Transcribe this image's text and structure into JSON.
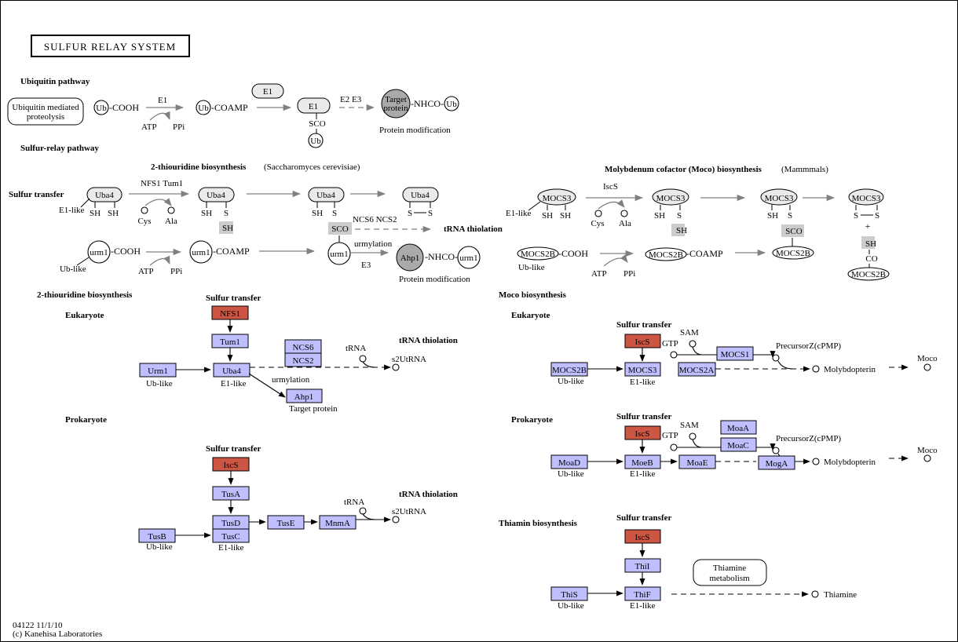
{
  "title": "SULFUR RELAY SYSTEM",
  "footer": {
    "map_id": "04122 11/1/10",
    "copyright": "(c) Kanehisa Laboratories"
  },
  "colors": {
    "gene_blue": "#bfbfff",
    "gene_red": "#cc5544",
    "compound_gray": "#aaaaaa",
    "arrow_gray": "#808080"
  },
  "top": {
    "ubiquitin_pathway": "Ubiquitin pathway",
    "ub_proteolysis_1": "Ubiquitin mediated",
    "ub_proteolysis_2": "proteolysis",
    "ub": "Ub",
    "cooh": "-COOH",
    "coamp": "-COAMP",
    "e1": "E1",
    "atp": "ATP",
    "ppi": "PPi",
    "sco": "SCO",
    "e2e3": "E2 E3",
    "target_1": "Target",
    "target_2": "protein",
    "nhco": "-NHCO-",
    "protein_mod": "Protein modification",
    "sulfur_relay_pathway": "Sulfur-relay pathway",
    "thiouridine_title": "2-thiouridine biosynthesis",
    "saccharomyces": "(Saccharomyces cerevisiae)",
    "sulfur_transfer": "Sulfur transfer",
    "uba4": "Uba4",
    "e1_like": "E1-like",
    "sh": "SH",
    "s": "S",
    "nfs1_tum1": "NFS1 Tum1",
    "cys": "Cys",
    "ala": "Ala",
    "ncs6_ncs2": "NCS6  NCS2",
    "trna_thiolation": "tRNA thiolation",
    "urm1": "urm1",
    "ub_like": "Ub-like",
    "urmylation": "urmylation",
    "e3": "E3",
    "ahp1": "Ahp1",
    "moco_title": "Molybdenum cofactor (Moco) biosynthesis",
    "mammals": "(Mammmals)",
    "mocs3": "MOCS3",
    "iscs": "IscS",
    "mocs2b": "MOCS2B",
    "co": "CO",
    "plus": "+"
  },
  "bottom": {
    "thiouridine_section": "2-thiouridine biosynthesis",
    "moco_section": "Moco biosynthesis",
    "eukaryote": "Eukaryote",
    "prokaryote": "Prokaryote",
    "sulfur_transfer": "Sulfur transfer",
    "trna_thiolation": "tRNA thiolation",
    "trna": "tRNA",
    "s2utrna": "s2UtRNA",
    "ub_like": "Ub-like",
    "e1_like": "E1-like",
    "urmylation": "urmylation",
    "target_protein": "Target protein",
    "gtp": "GTP",
    "sam": "SAM",
    "precursor_z": "PrecursorZ(cPMP)",
    "molybdopterin": "Molybdopterin",
    "moco": "Moco",
    "thiamin_section": "Thiamin biosynthesis",
    "thiamine_metabolism_1": "Thiamine",
    "thiamine_metabolism_2": "metabolism",
    "thiamine": "Thiamine"
  },
  "genes": {
    "nfs1": "NFS1",
    "tum1": "Tum1",
    "urm1": "Urm1",
    "uba4": "Uba4",
    "ncs6": "NCS6",
    "ncs2": "NCS2",
    "ahp1": "Ahp1",
    "iscs": "IscS",
    "tusa": "TusA",
    "tusb": "TusB",
    "tusc": "TusC",
    "tusd": "TusD",
    "tuse": "TusE",
    "mnma": "MnmA",
    "mocs2b": "MOCS2B",
    "mocs3": "MOCS3",
    "mocs2a": "MOCS2A",
    "mocs1": "MOCS1",
    "moad": "MoaD",
    "moeb": "MoeB",
    "moae": "MoaE",
    "moaa": "MoaA",
    "moac": "MoaC",
    "moga": "MogA",
    "this": "ThiS",
    "thii": "ThiI",
    "thif": "ThiF"
  }
}
